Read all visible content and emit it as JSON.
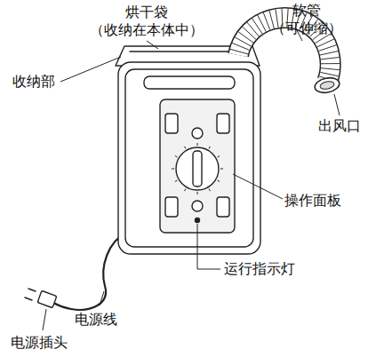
{
  "diagram": {
    "labels": [
      "烘干袋 （收纳在本体中）",
      "软管 （可伸缩）",
      "收纳部",
      "出风口",
      "操作面板",
      "运行指示灯",
      "电源线",
      "电源插头"
    ]
  }
}
